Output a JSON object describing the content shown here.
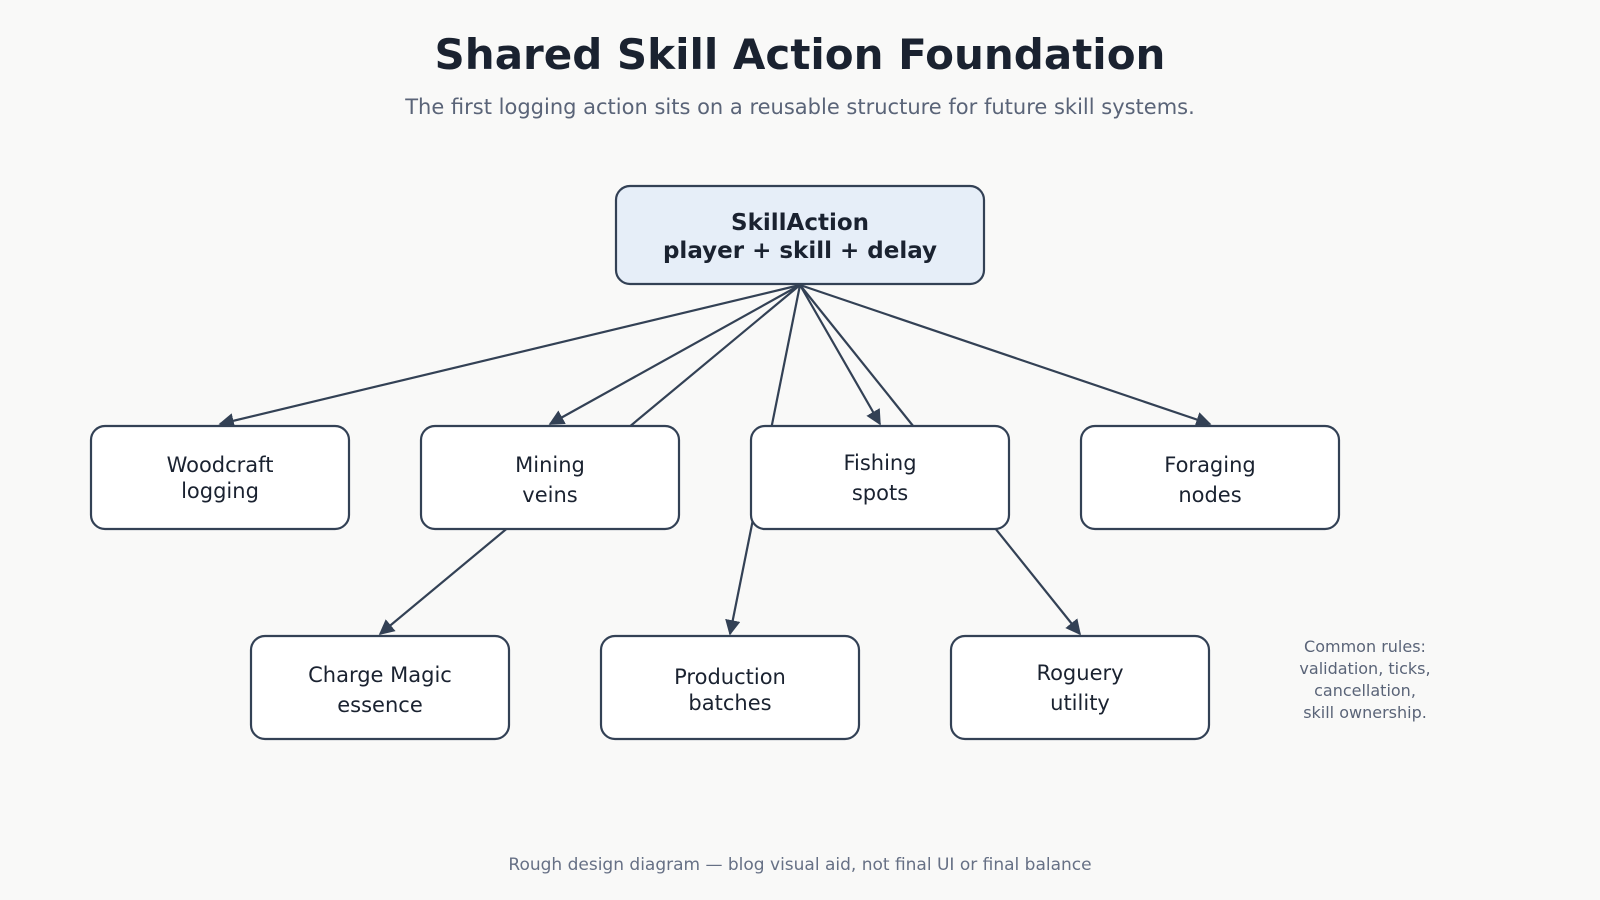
{
  "header": {
    "title": "Shared Skill Action Foundation",
    "subtitle": "The first logging action sits on a reusable structure for future skill systems."
  },
  "root": {
    "line1": "SkillAction",
    "line2": "player + skill + delay"
  },
  "nodes": [
    {
      "id": "woodcraft",
      "line1": "Woodcraft",
      "line2": "logging"
    },
    {
      "id": "mining",
      "line1": "Mining",
      "line2": "veins"
    },
    {
      "id": "fishing",
      "line1": "Fishing",
      "line2": "spots"
    },
    {
      "id": "foraging",
      "line1": "Foraging",
      "line2": "nodes"
    },
    {
      "id": "charge-magic",
      "line1": "Charge Magic",
      "line2": "essence"
    },
    {
      "id": "production",
      "line1": "Production",
      "line2": "batches"
    },
    {
      "id": "roguery",
      "line1": "Roguery",
      "line2": "utility"
    }
  ],
  "note": {
    "lines": [
      "Common rules:",
      "validation, ticks,",
      "cancellation,",
      "skill ownership."
    ]
  },
  "footer": {
    "text": "Rough design diagram — blog visual aid, not final UI or final balance"
  },
  "colors": {
    "background": "#f9f9f8",
    "root_fill": "#e6eef8",
    "node_fill": "#ffffff",
    "stroke": "#334155",
    "title": "#1a2230",
    "muted": "#5a6478"
  }
}
